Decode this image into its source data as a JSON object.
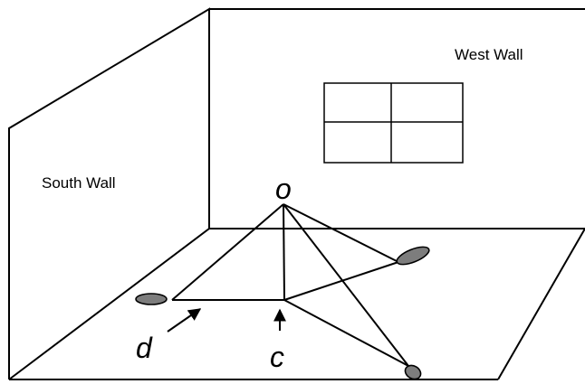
{
  "labels": {
    "west_wall": "West Wall",
    "south_wall": "South Wall",
    "point_o": "o",
    "point_d": "d",
    "point_c": "c"
  },
  "colors": {
    "line": "#000000",
    "floor_marker": "#7d7d7d",
    "background": "#ffffff"
  }
}
